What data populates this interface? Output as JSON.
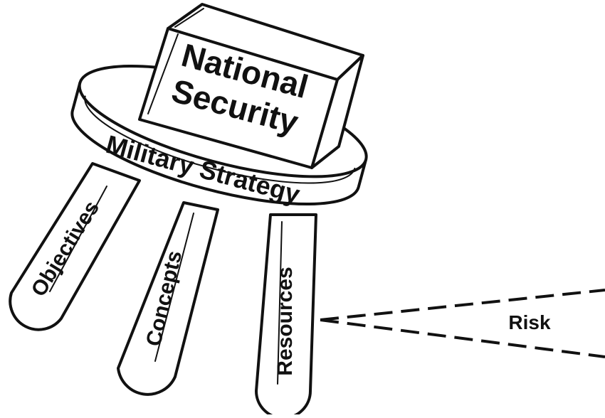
{
  "diagram": {
    "box_line1": "National",
    "box_line2": "Security",
    "seat_label": "Military Strategy",
    "legs": [
      {
        "label": "Objectives"
      },
      {
        "label": "Concepts"
      },
      {
        "label": "Resources"
      }
    ],
    "risk_label": "Risk"
  }
}
